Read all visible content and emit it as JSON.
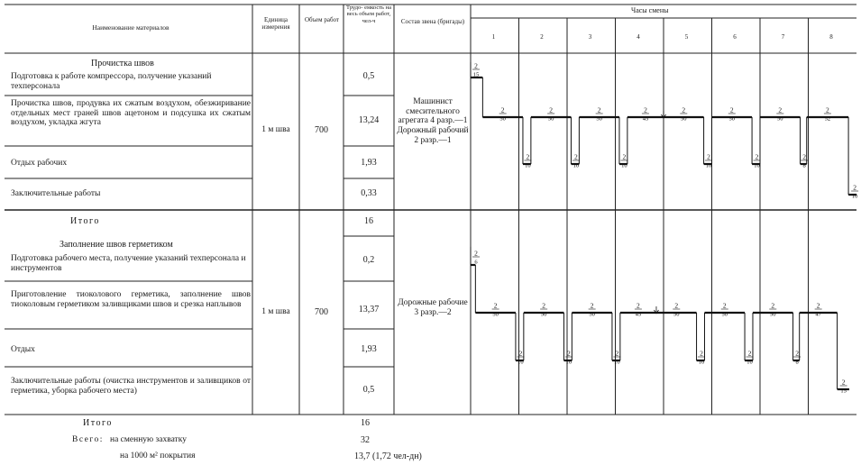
{
  "header": {
    "material": "Наименование материалов",
    "unit": "Единица измерения",
    "volume": "Объем работ",
    "labor": "Трудо- емкость на весь объем работ, чел-ч",
    "crew": "Состав звена (бригады)",
    "hours_title": "Часы смены",
    "hours": [
      "1",
      "2",
      "3",
      "4",
      "5",
      "6",
      "7",
      "8"
    ]
  },
  "section1": {
    "title": "Прочистка швов",
    "rows": [
      {
        "name": "Подготовка к работе компрессора, получение указаний техперсонала",
        "labor": "0,5"
      },
      {
        "name": "Прочистка швов, продувка их сжатым воздухом, обезжиривание отдельных мест граней швов ацетоном и подсушка их сжатым воздухом, укладка жгута",
        "labor": "13,24"
      },
      {
        "name": "Отдых рабочих",
        "labor": "1,93"
      },
      {
        "name": "Заключительные работы",
        "labor": "0,33"
      }
    ],
    "unit": "1 м шва",
    "volume": "700",
    "crew": "Машинист смесительного агрегата 4 разр.—1 Дорожный рабочий 2 разр.—1",
    "total_label": "Итого",
    "total": "16"
  },
  "section2": {
    "title": "Заполнение швов герметиком",
    "rows": [
      {
        "name": "Подготовка рабочего места, получение указаний техперсонала и инструментов",
        "labor": "0,2"
      },
      {
        "name": "Приготовление тиоколового герметика, заполнение швов тиоколовым герметиком заливщиками швов и срезка наплывов",
        "labor": "13,37"
      },
      {
        "name": "Отдых",
        "labor": "1,93"
      },
      {
        "name": "Заключительные работы (очистка инструментов и заливщиков от герметика, уборка рабочего места)",
        "labor": "0,5"
      }
    ],
    "unit": "1 м шва",
    "volume": "700",
    "crew": "Дорожные рабочие 3 разр.—2"
  },
  "footer": {
    "total_label": "Итого",
    "total": "16",
    "grand_label": "Всего:",
    "shift_label": "на сменную захватку",
    "shift_value": "32",
    "per1000_label": "на 1000 м² покрытия",
    "per1000_value": "13,7 (1,72 чел-дн)"
  },
  "schedule": {
    "s1": {
      "start": {
        "n": "2",
        "m": "15"
      },
      "work": [
        {
          "n": "2",
          "m": "50"
        },
        {
          "n": "2",
          "m": "50"
        },
        {
          "n": "2",
          "m": "50"
        },
        {
          "n": "2",
          "m": "45"
        },
        {
          "n": "2",
          "m": "50"
        },
        {
          "n": "2",
          "m": "50"
        },
        {
          "n": "2",
          "m": "50"
        },
        {
          "n": "2",
          "m": "52"
        }
      ],
      "rest": [
        {
          "n": "2",
          "m": "10"
        },
        {
          "n": "2",
          "m": "10"
        },
        {
          "n": "2",
          "m": "10"
        },
        {
          "n": "2",
          "m": "10"
        },
        {
          "n": "2",
          "m": "10"
        },
        {
          "n": "2",
          "m": "8"
        }
      ],
      "end": {
        "n": "2",
        "m": "10"
      }
    },
    "s2": {
      "start": {
        "n": "2",
        "m": "6"
      },
      "work": [
        {
          "n": "2",
          "m": "50"
        },
        {
          "n": "2",
          "m": "50"
        },
        {
          "n": "2",
          "m": "50"
        },
        {
          "n": "2",
          "m": "45"
        },
        {
          "n": "2",
          "m": "50"
        },
        {
          "n": "2",
          "m": "50"
        },
        {
          "n": "2",
          "m": "50"
        },
        {
          "n": "2",
          "m": "47"
        }
      ],
      "rest": [
        {
          "n": "2",
          "m": "10"
        },
        {
          "n": "2",
          "m": "10"
        },
        {
          "n": "2",
          "m": "10"
        },
        {
          "n": "2",
          "m": "10"
        },
        {
          "n": "2",
          "m": "10"
        },
        {
          "n": "2",
          "m": "8"
        }
      ],
      "end": {
        "n": "2",
        "m": "15"
      }
    }
  }
}
